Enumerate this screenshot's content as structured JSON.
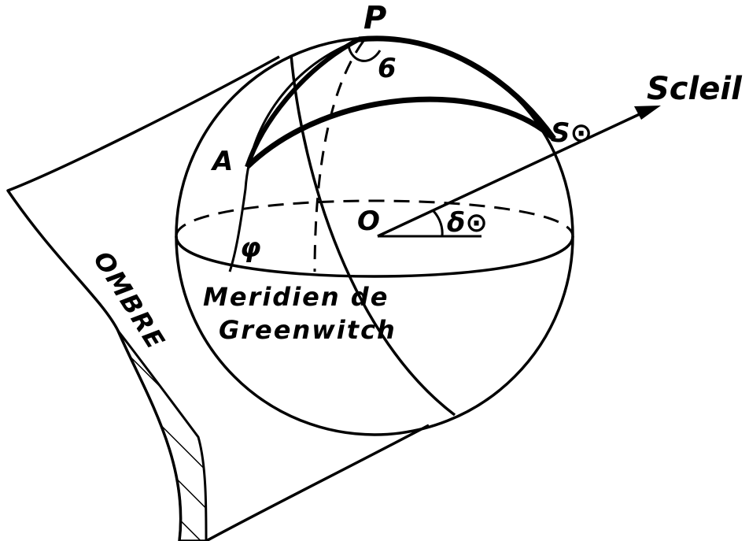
{
  "colors": {
    "ink": "#000000",
    "paper": "#ffffff"
  },
  "labels": {
    "pole": "P",
    "sigma": "6",
    "sun": "Scleil",
    "sun_point": "S⊙",
    "point_a": "A",
    "center": "O",
    "latitude": "φ",
    "declination": "δ⊙",
    "meridian_line1": "Meridien de",
    "meridian_line2": "Greenwitch",
    "shadow": "OMBRE"
  }
}
